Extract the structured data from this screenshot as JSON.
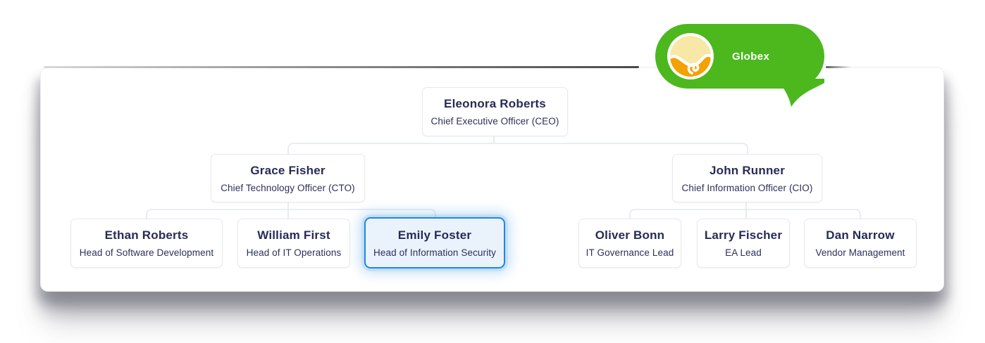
{
  "badge": {
    "label": "Globex"
  },
  "org_chart": {
    "nodes": [
      {
        "name": "Eleonora Roberts",
        "title": "Chief Executive Officer (CEO)",
        "reports_to": null,
        "highlighted": false
      },
      {
        "name": "Grace Fisher",
        "title": "Chief Technology Officer (CTO)",
        "reports_to": "Eleonora Roberts",
        "highlighted": false
      },
      {
        "name": "John Runner",
        "title": "Chief Information Officer (CIO)",
        "reports_to": "Eleonora Roberts",
        "highlighted": false
      },
      {
        "name": "Ethan Roberts",
        "title": "Head of Software Development",
        "reports_to": "Grace Fisher",
        "highlighted": false
      },
      {
        "name": "William First",
        "title": "Head of IT Operations",
        "reports_to": "Grace Fisher",
        "highlighted": false
      },
      {
        "name": "Emily Foster",
        "title": "Head of Information Security",
        "reports_to": "Grace Fisher",
        "highlighted": true
      },
      {
        "name": "Oliver Bonn",
        "title": "IT Governance Lead",
        "reports_to": "John Runner",
        "highlighted": false
      },
      {
        "name": "Larry Fischer",
        "title": "EA Lead",
        "reports_to": "John Runner",
        "highlighted": false
      },
      {
        "name": "Dan Narrow",
        "title": "Vendor Management",
        "reports_to": "John Runner",
        "highlighted": false
      }
    ]
  },
  "colors": {
    "badge_green": "#4cb81e",
    "highlight_blue": "#2186e0",
    "highlight_fill": "#eaf3fc",
    "text_navy": "#272b56",
    "connector_gray": "#e2e8ef",
    "logo_pale_yellow": "#f7e8a8",
    "logo_orange": "#f3a103"
  }
}
